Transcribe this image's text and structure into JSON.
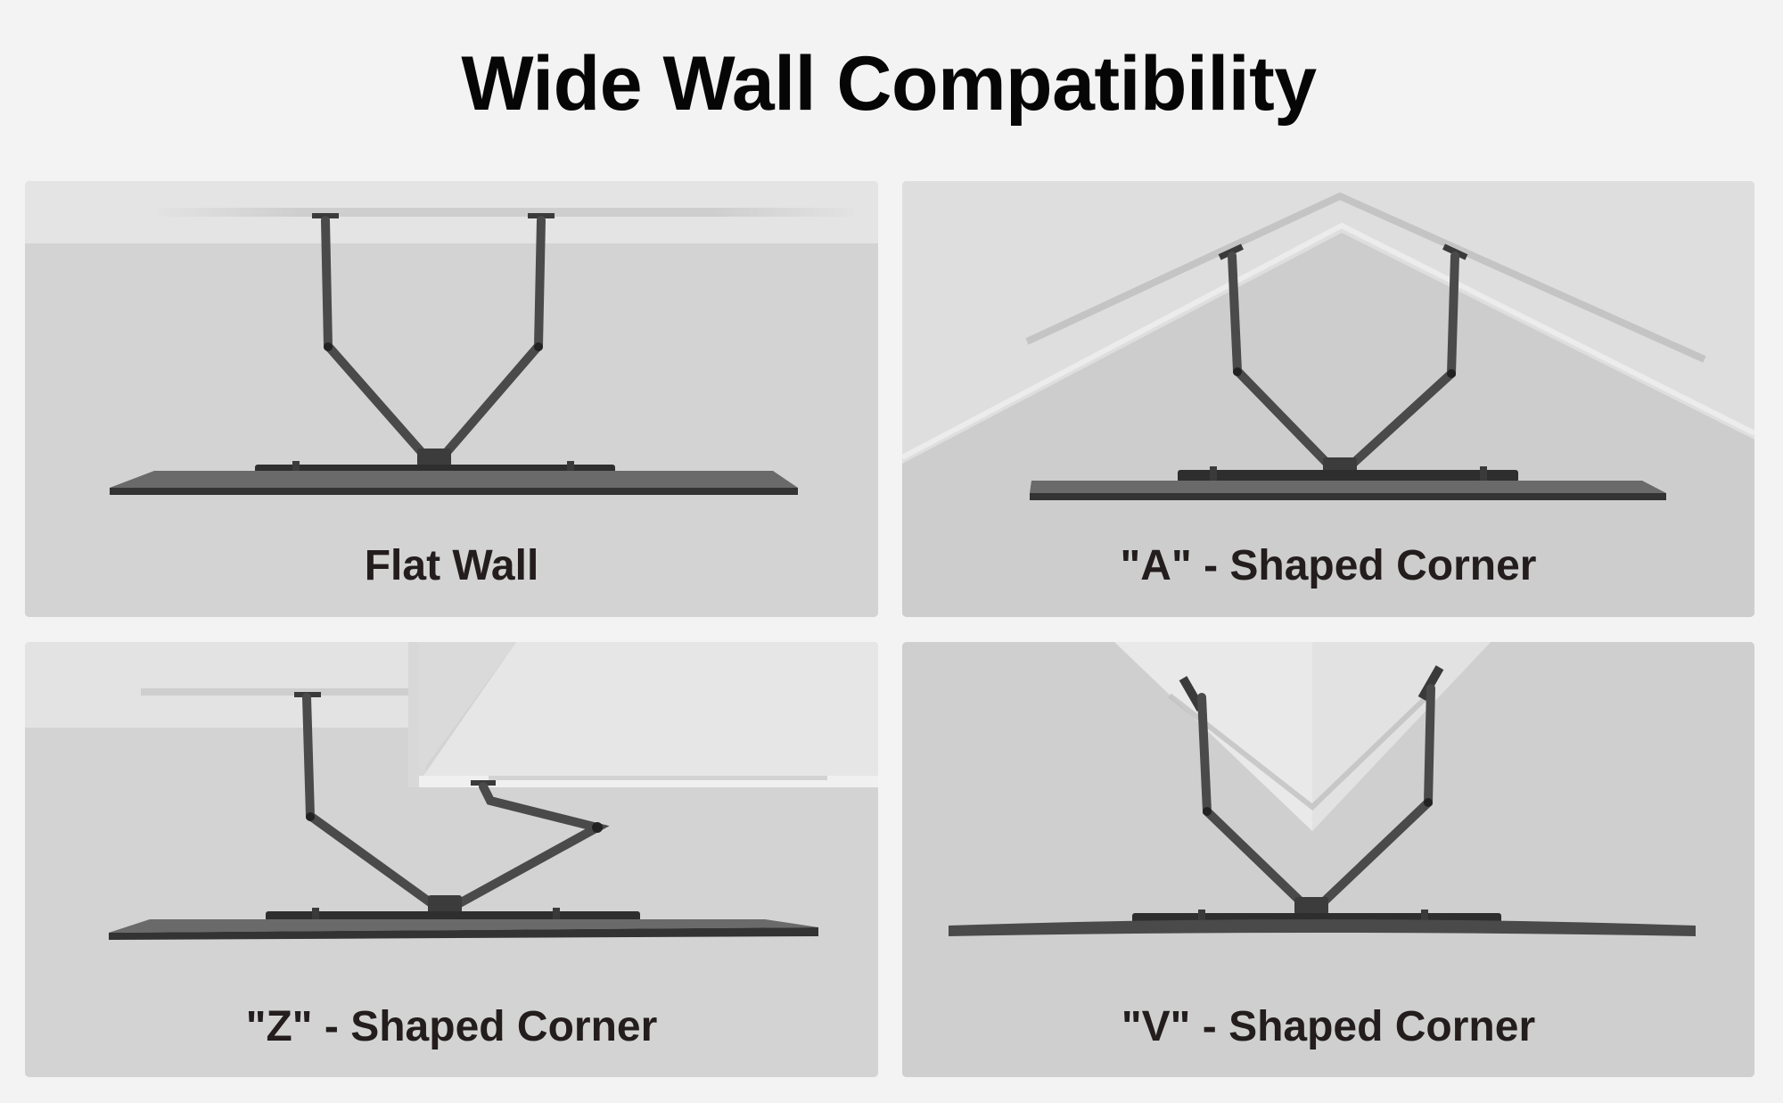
{
  "header": {
    "title": "Wide Wall Compatibility"
  },
  "panels": [
    {
      "id": "flat-wall",
      "label": "Flat Wall",
      "illustration": "tv-mount-flat-wall"
    },
    {
      "id": "a-shaped-corner",
      "label": "\"A\" - Shaped Corner",
      "illustration": "tv-mount-a-corner"
    },
    {
      "id": "z-shaped-corner",
      "label": "\"Z\" - Shaped Corner",
      "illustration": "tv-mount-z-corner"
    },
    {
      "id": "v-shaped-corner",
      "label": "\"V\" - Shaped Corner",
      "illustration": "tv-mount-v-corner"
    }
  ],
  "colors": {
    "page_background": "#f3f3f3",
    "panel_wall": "#d3d3d3",
    "ceiling": "#e3e3e3",
    "mount_arm": "#4a4a4a",
    "tv_plate_top": "#6a6a6a",
    "tv_plate_edge": "#333333",
    "title_text": "#060606",
    "label_text": "#241d1d"
  }
}
